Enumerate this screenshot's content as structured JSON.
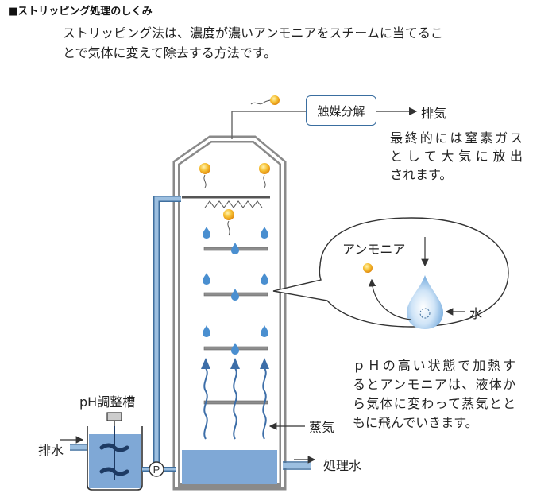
{
  "heading": "■ストリッピング処理のしくみ",
  "intro": {
    "line1": "ストリッピング法は、濃度が濃いアンモニアをスチームに当てるこ",
    "line2": "とで気体に変えて除去する方法です。"
  },
  "labels": {
    "catalyst": "触媒分解",
    "exhaust": "排気",
    "exhaust_note": [
      "最終的には窒素ガス",
      "として大気に放出",
      "されます。"
    ],
    "ammonia": "アンモニア",
    "water": "水",
    "ph_note": [
      "ｐＨの高い状態で加熱す",
      "るとアンモニアは、液体か",
      "ら気体に変わって蒸気とと",
      "もに飛んでいきます。"
    ],
    "ph_tank": "pH調整槽",
    "drain": "排水",
    "steam": "蒸気",
    "treated_water": "処理水",
    "pump": "P"
  },
  "colors": {
    "outline": "#8a8a8a",
    "pipe": "#9cbfe0",
    "pipe_stroke": "#3f6f9e",
    "water": "#7fa8d6",
    "droplet": "#4a8fd0",
    "steam": "#3d6ea8",
    "ammonia": "#f2a81c",
    "tray": "#8d8d8d",
    "tank_dark": "#1d3a63"
  }
}
